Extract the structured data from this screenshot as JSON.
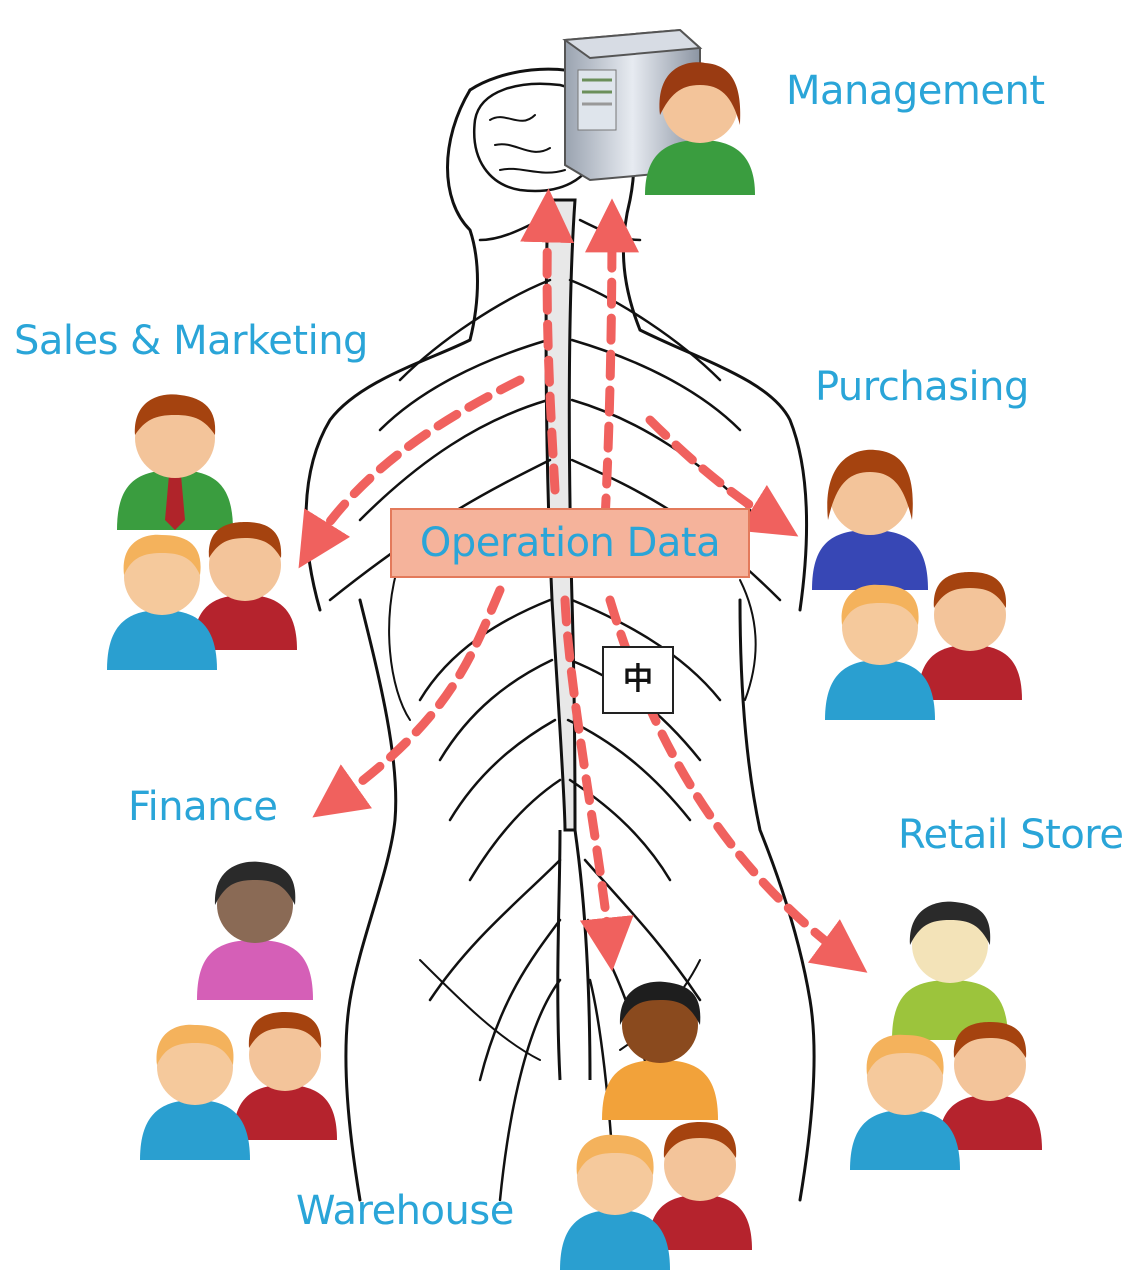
{
  "labels": {
    "management": "Management",
    "sales_marketing": "Sales & Marketing",
    "purchasing": "Purchasing",
    "finance": "Finance",
    "retail_store": "Retail Store",
    "warehouse": "Warehouse"
  },
  "center": {
    "operation_data": "Operation Data",
    "chinese_char": "中"
  },
  "colors": {
    "label_blue": "#2aa5d8",
    "arrow_red": "#f0615e",
    "box_fill": "#f5b39b",
    "box_border": "#e37a5b"
  },
  "icons": [
    "server-icon",
    "person-icon",
    "group-icon",
    "nervous-system-illustration"
  ]
}
